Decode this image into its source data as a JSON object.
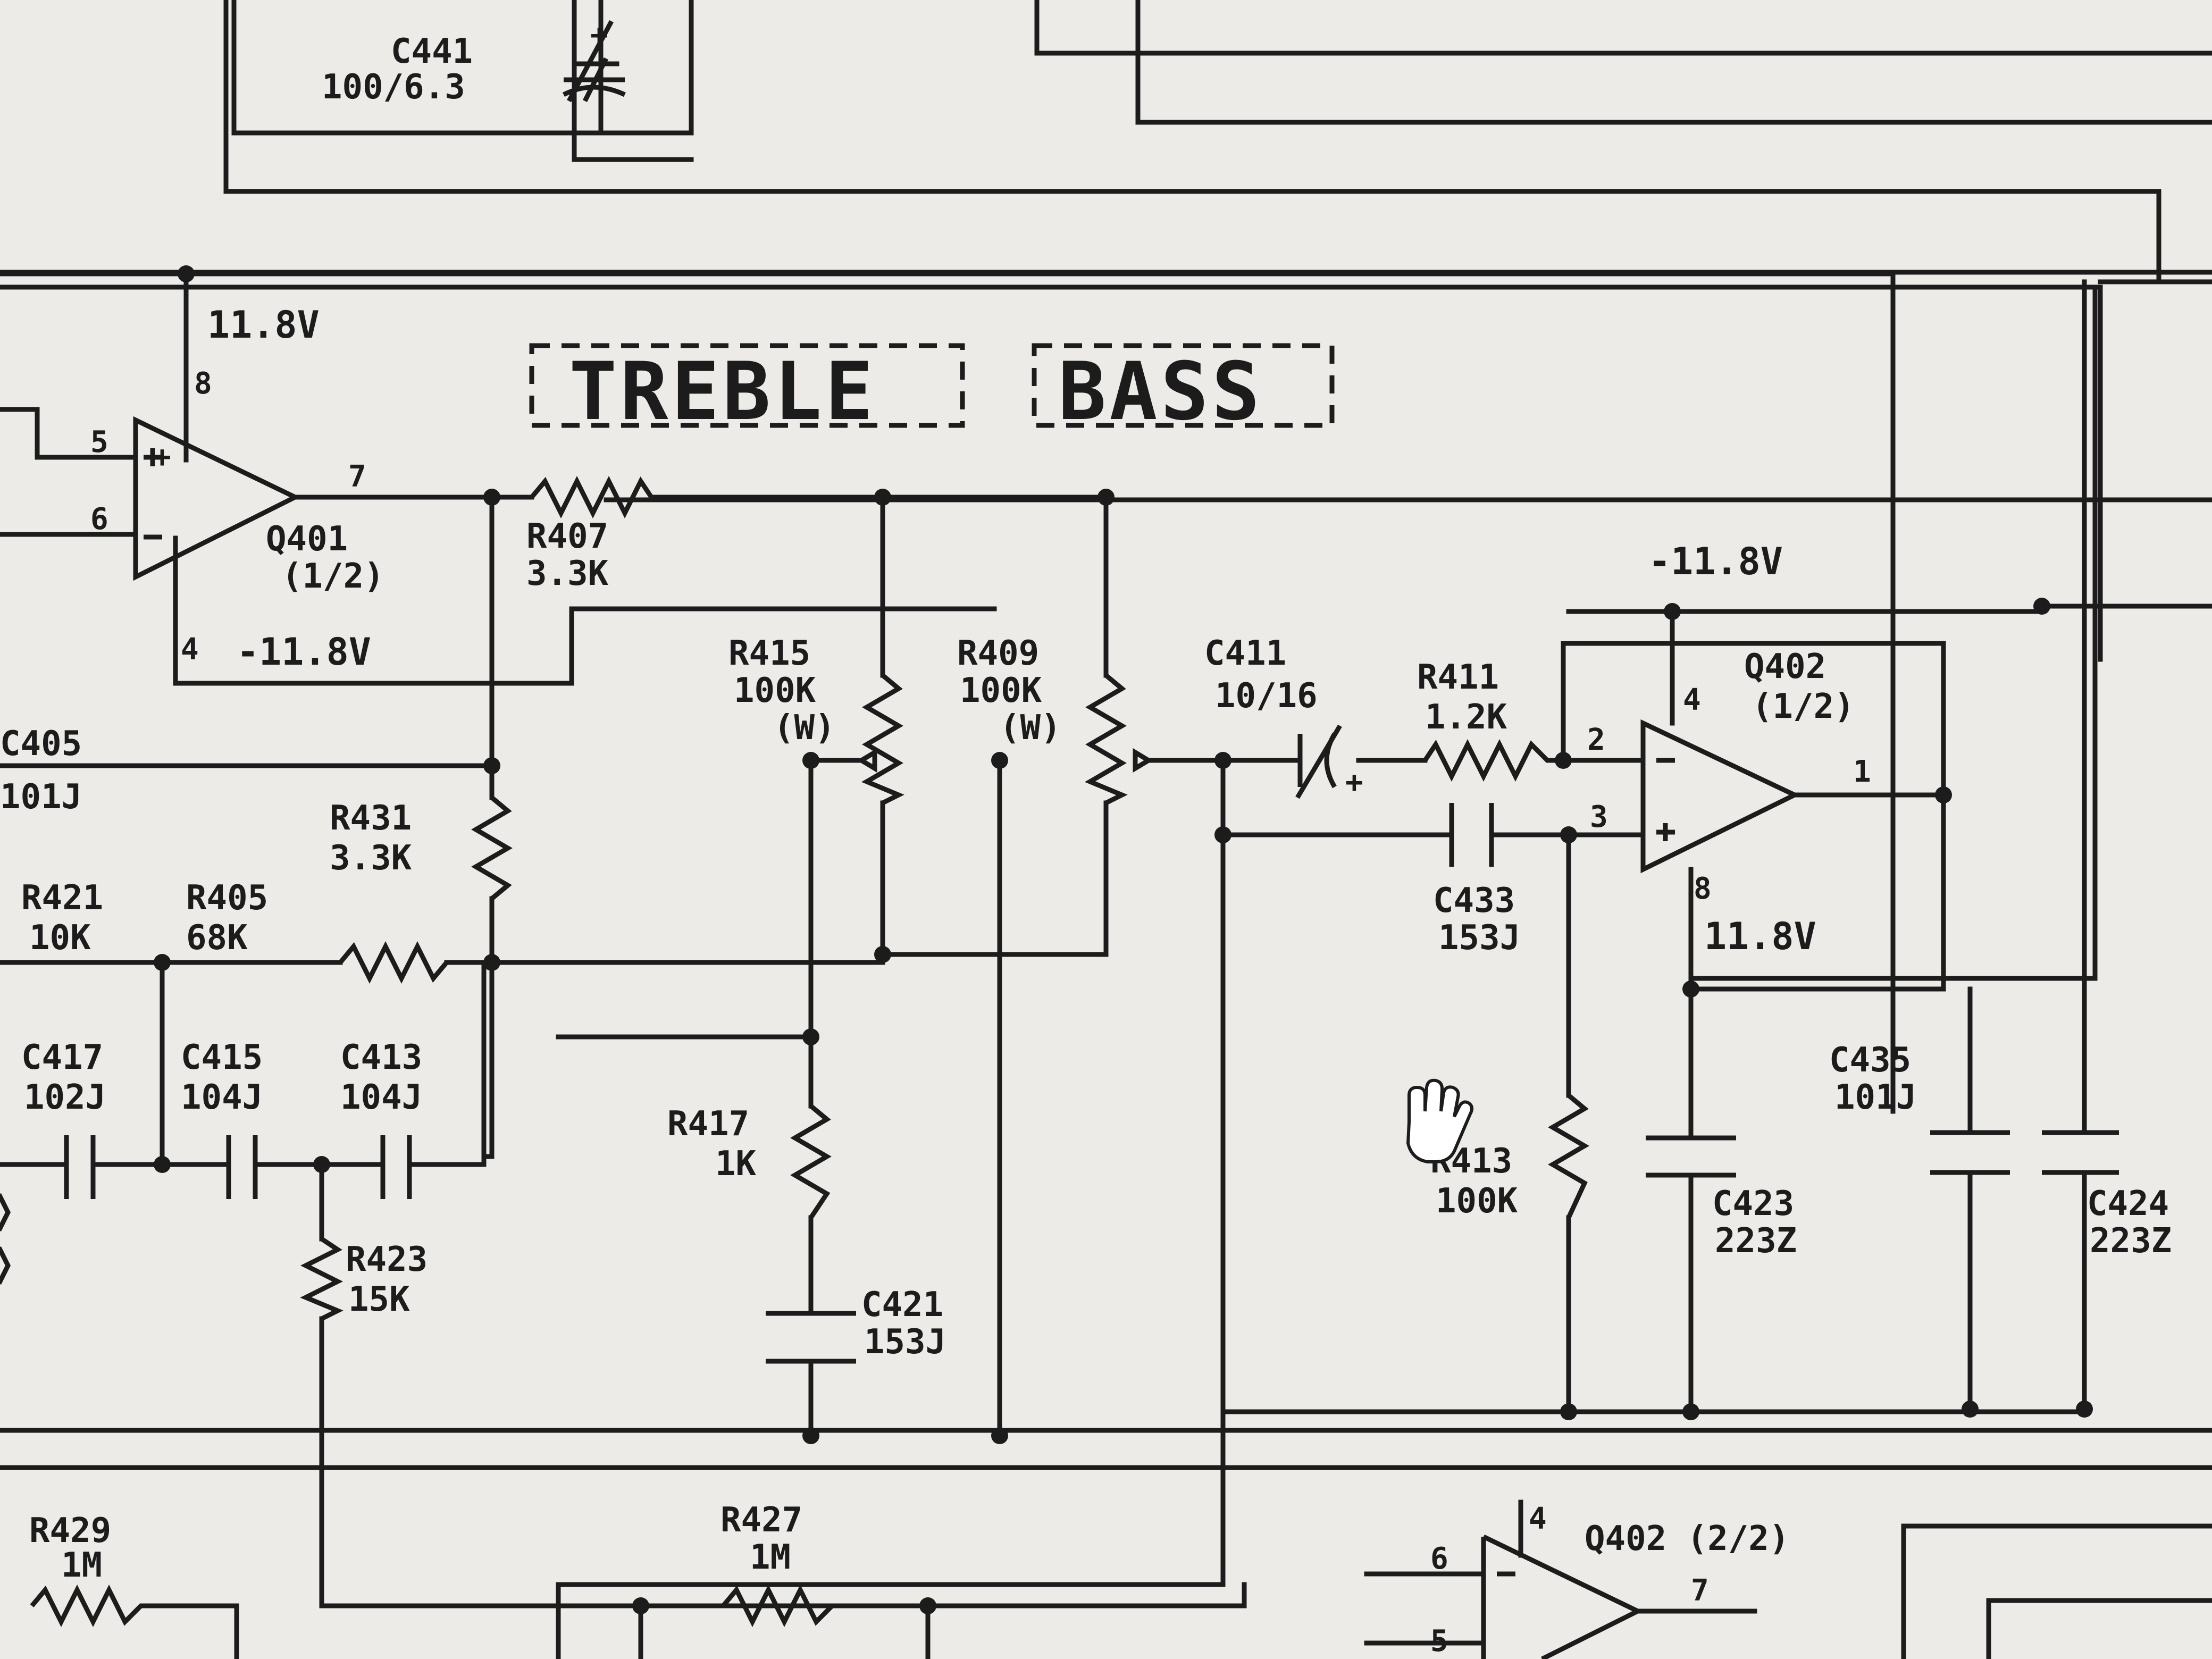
{
  "section_titles": {
    "treble": "TREBLE",
    "bass": "BASS"
  },
  "rails": {
    "positive": "11.8V",
    "negative": "-11.8V"
  },
  "opamps": {
    "q401": {
      "ref": "Q401",
      "unit": "(1/2)",
      "pin_vplus": "8",
      "pin_nonInv": "5",
      "pin_inv": "6",
      "pin_out": "7",
      "pin_vminus": "4"
    },
    "q402a": {
      "ref": "Q402",
      "unit": "(1/2)",
      "pin_vminus": "4",
      "pin_inv": "2",
      "pin_nonInv": "3",
      "pin_out": "1",
      "pin_vplus": "8"
    },
    "q402b": {
      "ref_full": "Q402 (2/2)",
      "pin_vminus": "4",
      "pin_inv": "6",
      "pin_nonInv": "5",
      "pin_out": "7"
    }
  },
  "components": {
    "c441": {
      "ref": "C441",
      "value": "100/6.3"
    },
    "c405": {
      "ref": "C405",
      "value": "101J"
    },
    "r407": {
      "ref": "R407",
      "value": "3.3K"
    },
    "r415": {
      "ref": "R415",
      "value": "100K",
      "taper": "(W)"
    },
    "r409": {
      "ref": "R409",
      "value": "100K",
      "taper": "(W)"
    },
    "c411": {
      "ref": "C411",
      "value": "10/16"
    },
    "r411": {
      "ref": "R411",
      "value": "1.2K"
    },
    "r431": {
      "ref": "R431",
      "value": "3.3K"
    },
    "r421": {
      "ref": "R421",
      "value": "10K"
    },
    "r405": {
      "ref": "R405",
      "value": "68K"
    },
    "c433": {
      "ref": "C433",
      "value": "153J"
    },
    "c417": {
      "ref": "C417",
      "value": "102J"
    },
    "c415": {
      "ref": "C415",
      "value": "104J"
    },
    "c413": {
      "ref": "C413",
      "value": "104J"
    },
    "r417": {
      "ref": "R417",
      "value": "1K"
    },
    "c421": {
      "ref": "C421",
      "value": "153J"
    },
    "r423": {
      "ref": "R423",
      "value": "15K"
    },
    "r413": {
      "ref": "R413",
      "value": "100K"
    },
    "c435": {
      "ref": "C435",
      "value": "101J"
    },
    "c423": {
      "ref": "C423",
      "value": "223Z"
    },
    "c424": {
      "ref": "C424",
      "value": "223Z"
    },
    "r429": {
      "ref": "R429",
      "value": "1M"
    },
    "r427": {
      "ref": "R427",
      "value": "1M"
    }
  },
  "polarity_mark": "+",
  "icons": {
    "cursor": "hand-cursor-icon"
  }
}
